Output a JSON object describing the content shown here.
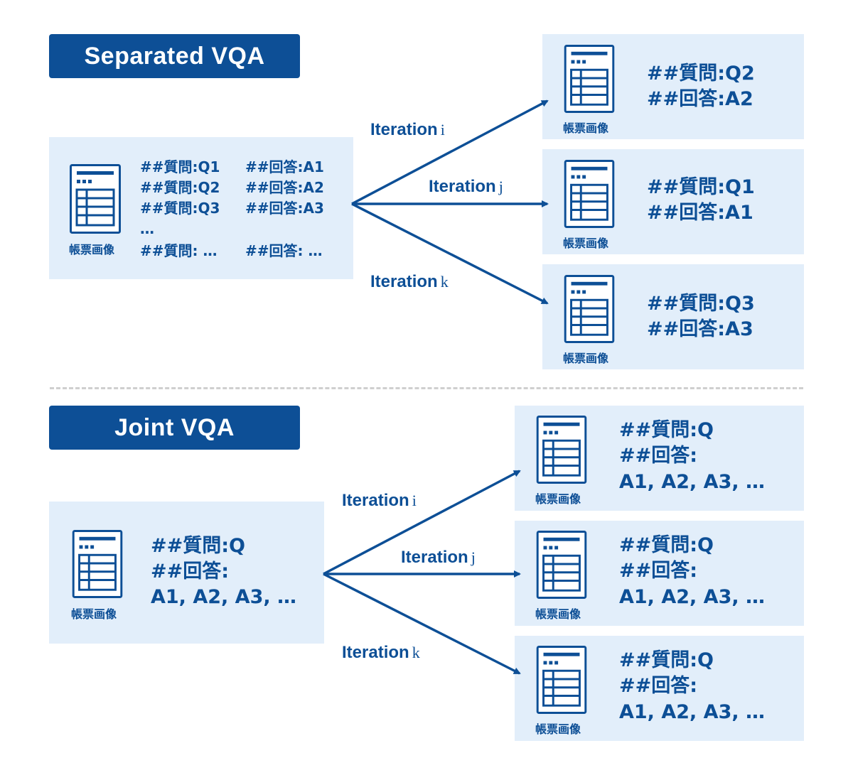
{
  "separated": {
    "title": "Separated VQA",
    "source": {
      "doc_label": "帳票画像",
      "rows": [
        {
          "q": "##質問:Q1",
          "a": "##回答:A1"
        },
        {
          "q": "##質問:Q2",
          "a": "##回答:A2"
        },
        {
          "q": "##質問:Q3",
          "a": "##回答:A3"
        }
      ],
      "ellipsis": "…",
      "last_q": "##質問: …",
      "last_a": "##回答: …"
    },
    "iterations": [
      {
        "label": "Iteration",
        "var": "i"
      },
      {
        "label": "Iteration",
        "var": "j"
      },
      {
        "label": "Iteration",
        "var": "k"
      }
    ],
    "targets": [
      {
        "doc_label": "帳票画像",
        "q": "##質問:Q2",
        "a": "##回答:A2"
      },
      {
        "doc_label": "帳票画像",
        "q": "##質問:Q1",
        "a": "##回答:A1"
      },
      {
        "doc_label": "帳票画像",
        "q": "##質問:Q3",
        "a": "##回答:A3"
      }
    ]
  },
  "joint": {
    "title": "Joint VQA",
    "source": {
      "doc_label": "帳票画像",
      "q": "##質問:Q",
      "a": "##回答:",
      "answers": "A1, A2, A3, …"
    },
    "iterations": [
      {
        "label": "Iteration",
        "var": "i"
      },
      {
        "label": "Iteration",
        "var": "j"
      },
      {
        "label": "Iteration",
        "var": "k"
      }
    ],
    "targets": [
      {
        "doc_label": "帳票画像",
        "q": "##質問:Q",
        "a": "##回答:",
        "answers": "A1, A2, A3, …"
      },
      {
        "doc_label": "帳票画像",
        "q": "##質問:Q",
        "a": "##回答:",
        "answers": "A1, A2, A3, …"
      },
      {
        "doc_label": "帳票画像",
        "q": "##質問:Q",
        "a": "##回答:",
        "answers": "A1, A2, A3, …"
      }
    ]
  },
  "colors": {
    "primary": "#0d4f96",
    "panel": "#e2eefa",
    "divider": "#cfcfcf"
  }
}
